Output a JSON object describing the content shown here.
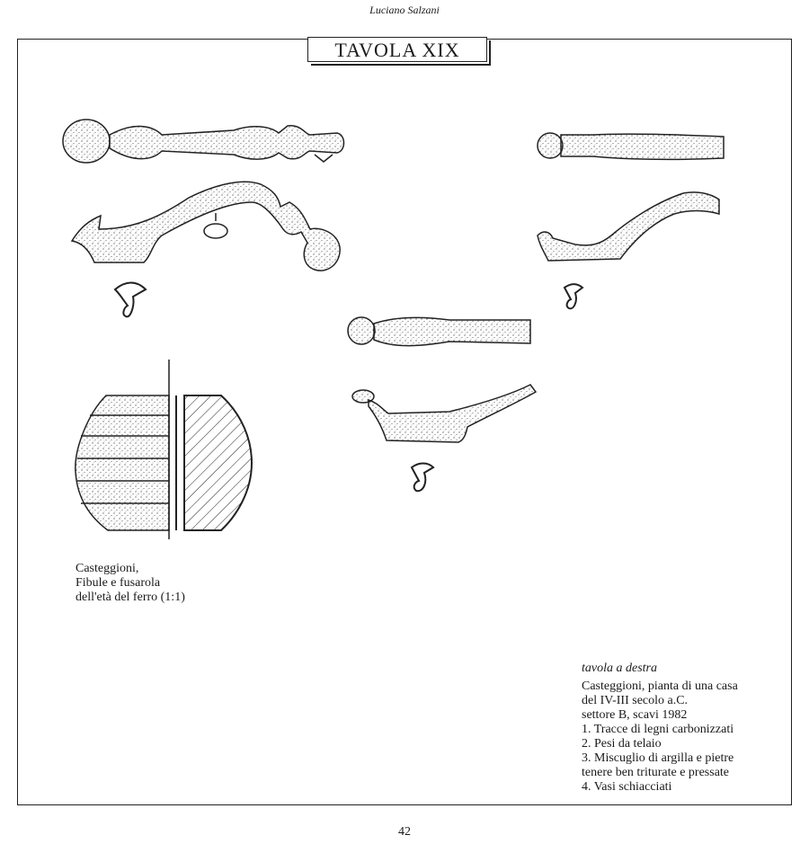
{
  "header": {
    "author": "Luciano Salzani"
  },
  "title": "TAVOLA XIX",
  "caption_left": {
    "lines": [
      "Casteggioni,",
      "Fibule e fusarola",
      "dell'età del ferro (1:1)"
    ]
  },
  "caption_right": {
    "heading": "tavola a destra",
    "lines": [
      "Casteggioni, pianta di una casa",
      "del IV-III secolo a.C.",
      "settore B, scavi 1982",
      "1. Tracce di legni carbonizzati",
      "2. Pesi da telaio",
      "3. Miscuglio di argilla e pietre",
      "tenere ben triturate e pressate",
      "4. Vasi schiacciati"
    ]
  },
  "footer": {
    "page_number": "42"
  },
  "colors": {
    "ink": "#1a1a1a",
    "paper": "#ffffff"
  }
}
